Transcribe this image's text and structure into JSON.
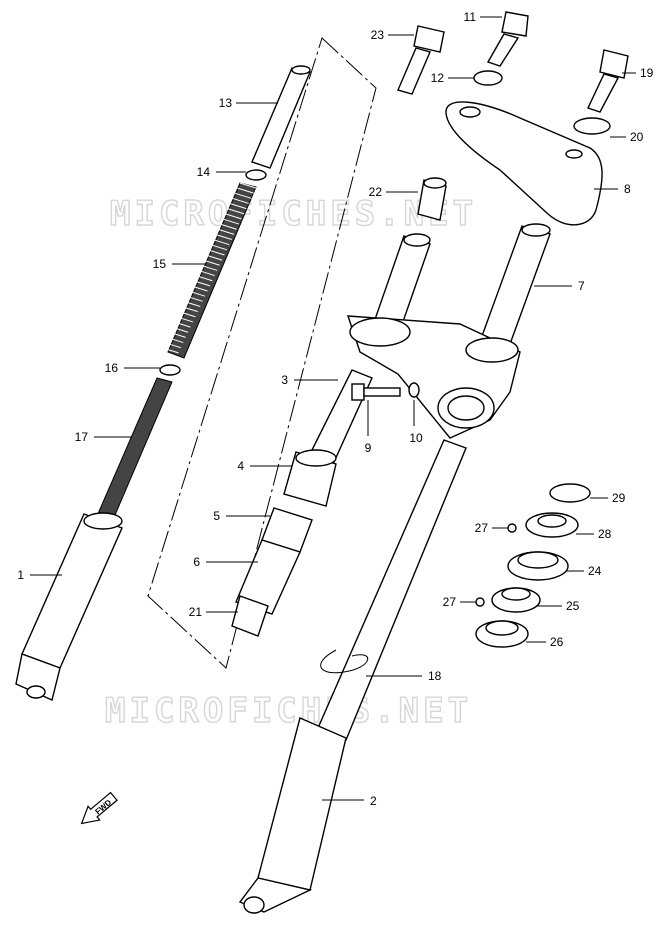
{
  "watermark": "MICROFICHES.NET",
  "fwd_label": "FWD",
  "callouts": [
    "1",
    "2",
    "3",
    "4",
    "5",
    "6",
    "7",
    "8",
    "9",
    "10",
    "11",
    "12",
    "13",
    "14",
    "15",
    "16",
    "17",
    "18",
    "19",
    "20",
    "21",
    "22",
    "23",
    "24",
    "25",
    "26",
    "27",
    "27",
    "28",
    "29"
  ]
}
